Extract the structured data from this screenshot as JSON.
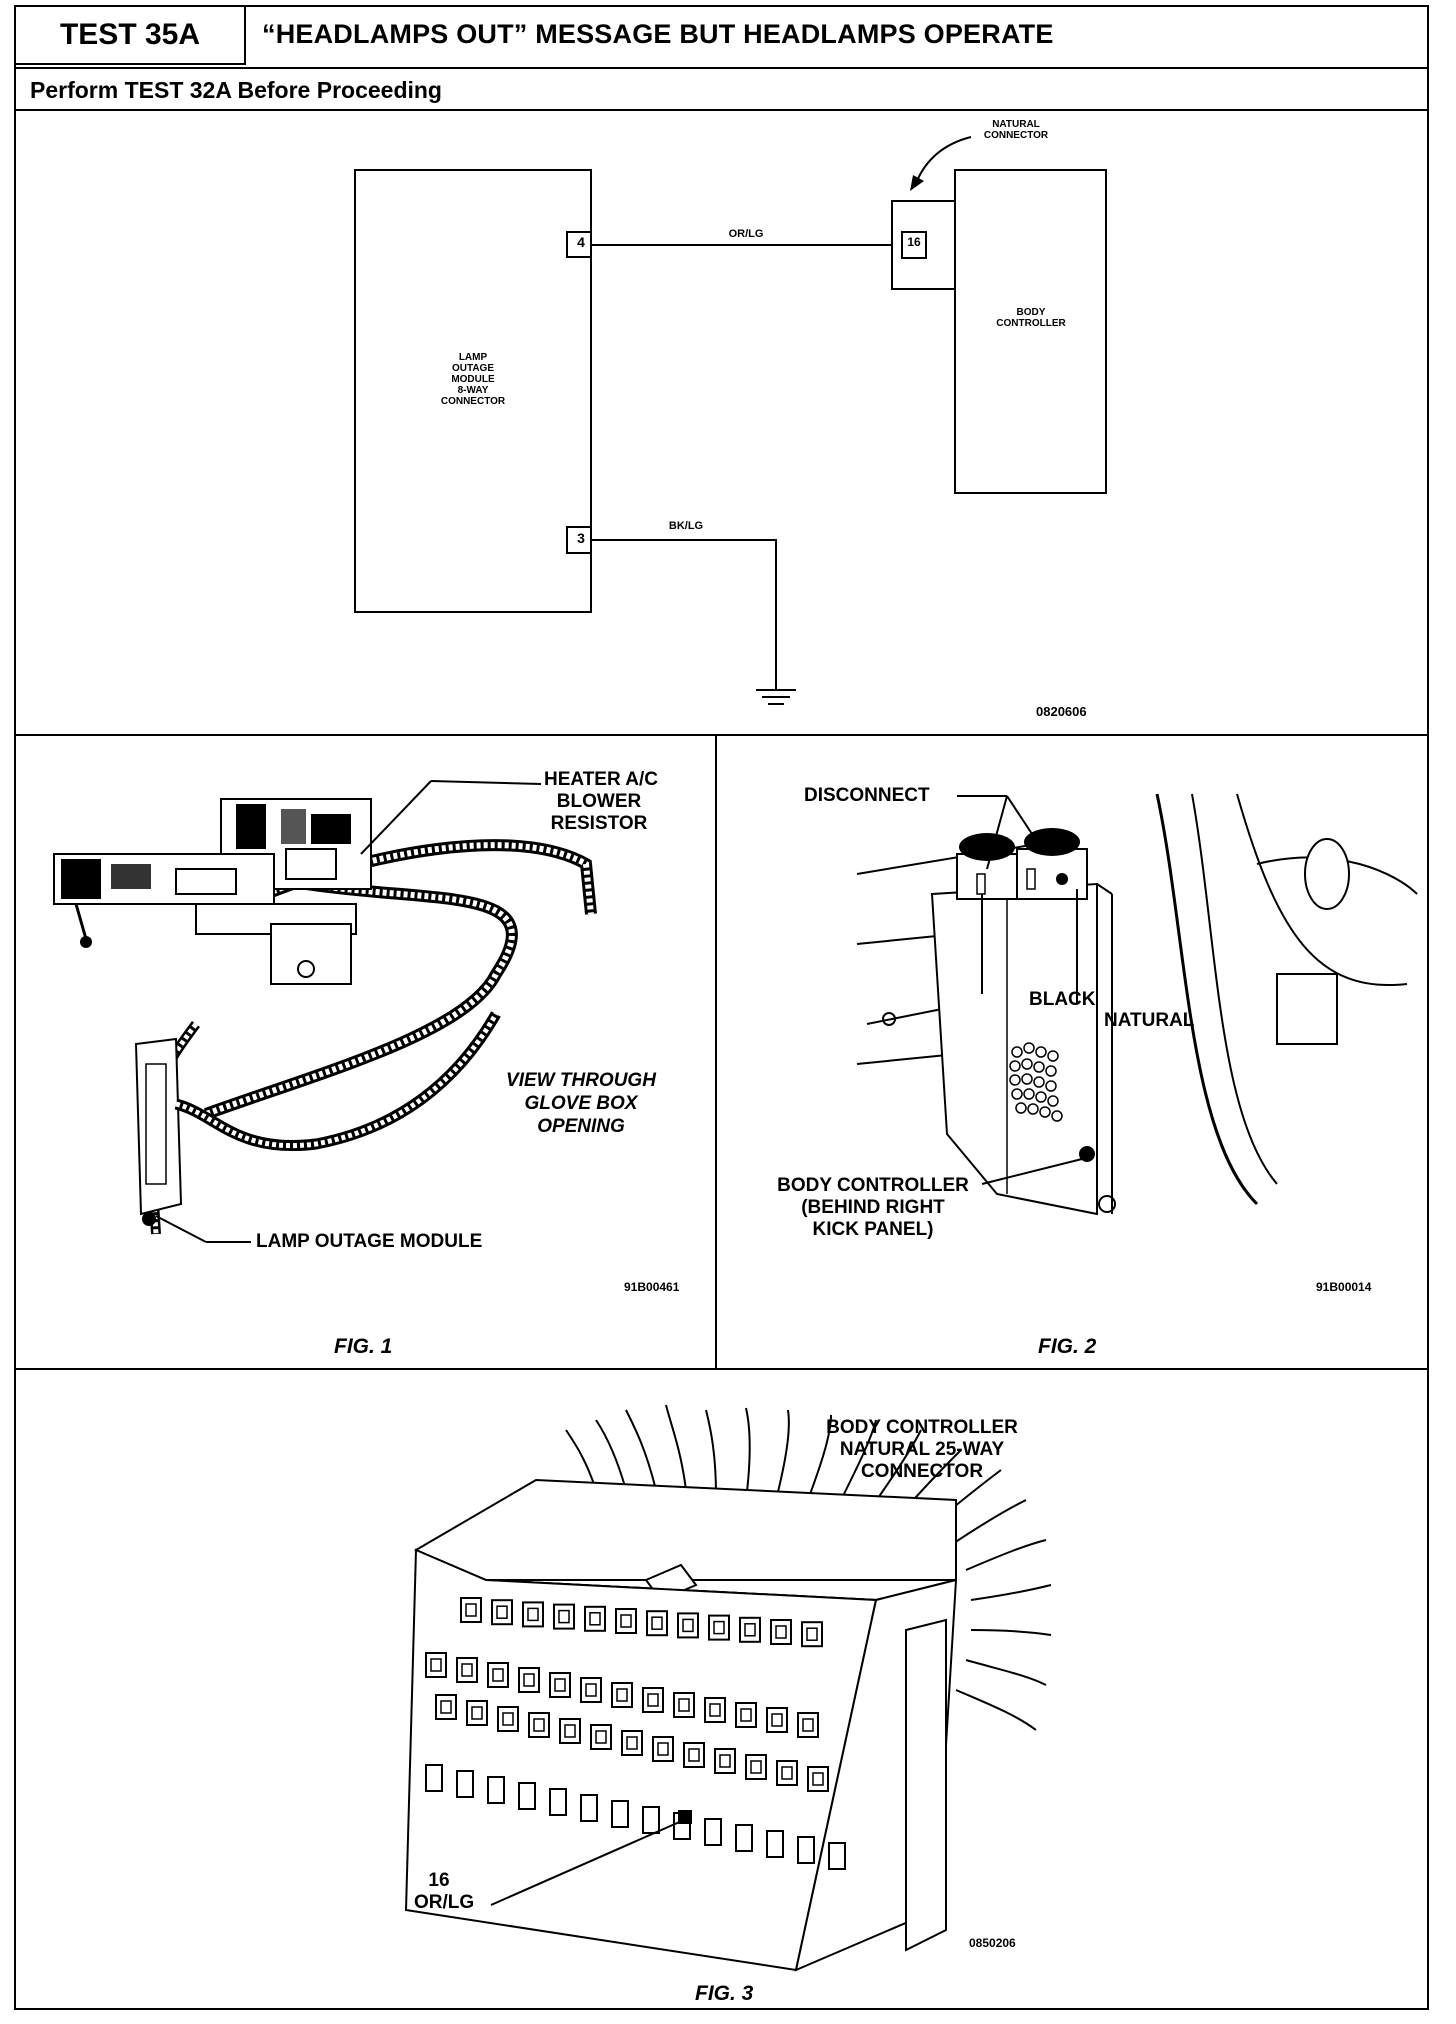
{
  "header": {
    "test_id": "TEST 35A",
    "title": "“HEADLAMPS OUT” MESSAGE BUT HEADLAMPS OPERATE",
    "subtitle": "Perform TEST 32A Before Proceeding"
  },
  "schematic": {
    "lamp_module_label": "LAMP\nOUTAGE\nMODULE\n8-WAY\nCONNECTOR",
    "pin_4": "4",
    "pin_3": "3",
    "pin_16": "16",
    "wire_top": "OR/LG",
    "wire_bottom": "BK/LG",
    "natural_connector": "NATURAL\nCONNECTOR",
    "body_controller": "BODY\nCONTROLLER",
    "code": "0820606"
  },
  "fig1": {
    "heater_label": "HEATER A/C\nBLOWER\nRESISTOR",
    "view_label": "VIEW THROUGH\nGLOVE BOX\nOPENING",
    "lamp_label": "LAMP OUTAGE MODULE",
    "code": "91B00461",
    "caption": "FIG. 1"
  },
  "fig2": {
    "disconnect": "DISCONNECT",
    "black": "BLACK",
    "natural": "NATURAL",
    "body_label": "BODY CONTROLLER\n(BEHIND RIGHT\nKICK PANEL)",
    "code": "91B00014",
    "caption": "FIG. 2"
  },
  "fig3": {
    "title": "BODY CONTROLLER\nNATURAL 25-WAY\nCONNECTOR",
    "pin_label": "16\nOR/LG",
    "code": "0850206",
    "caption": "FIG. 3"
  }
}
